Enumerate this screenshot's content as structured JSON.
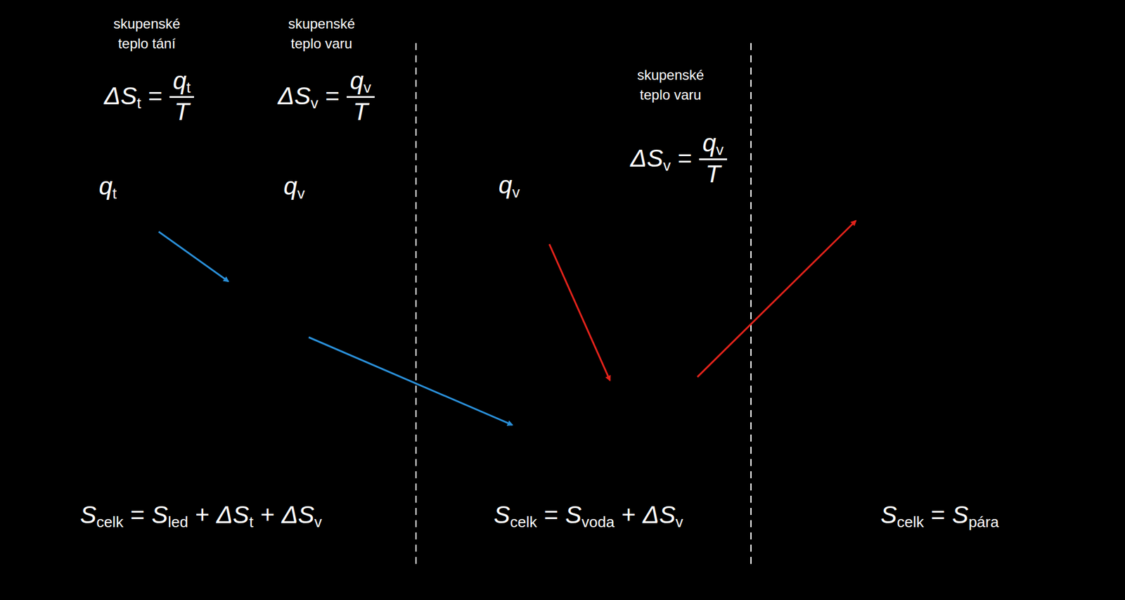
{
  "diagram": {
    "nodes": [
      {
        "text": [
          "q",
          "t"
        ]
      },
      {
        "text": [
          "q",
          "v"
        ]
      },
      {
        "text": [
          "led"
        ]
      },
      {
        "text": [
          "q",
          "v"
        ]
      },
      {
        "text": [
          "voda"
        ]
      },
      {
        "text": [
          "pára"
        ]
      }
    ],
    "edges": [
      {
        "from": 0,
        "to": 2,
        "arrow": "to"
      },
      {
        "from": 2,
        "to": 4,
        "arrow": "to"
      },
      {
        "from": 3,
        "to": 4,
        "arrow": "to"
      },
      {
        "from": 4,
        "to": 5,
        "arrow": "to"
      }
    ],
    "labels": [
      "skupenské teplo tání",
      "ΔS",
      "t",
      "=",
      "q",
      "t",
      "T",
      "skupenské teplo varu",
      "ΔS",
      "v",
      "=",
      "q",
      "v",
      "T",
      "skupenské teplo varu",
      "ΔS",
      "v",
      "=",
      "q",
      "v",
      "T",
      "S",
      "celk",
      "=",
      "S",
      "led",
      "+",
      "ΔS",
      "t",
      "+",
      "ΔS",
      "v",
      "S",
      "celk",
      "=",
      "S",
      "voda",
      "+",
      "ΔS",
      "v",
      "S",
      "celk",
      "=",
      "S",
      "pára"
    ]
  }
}
